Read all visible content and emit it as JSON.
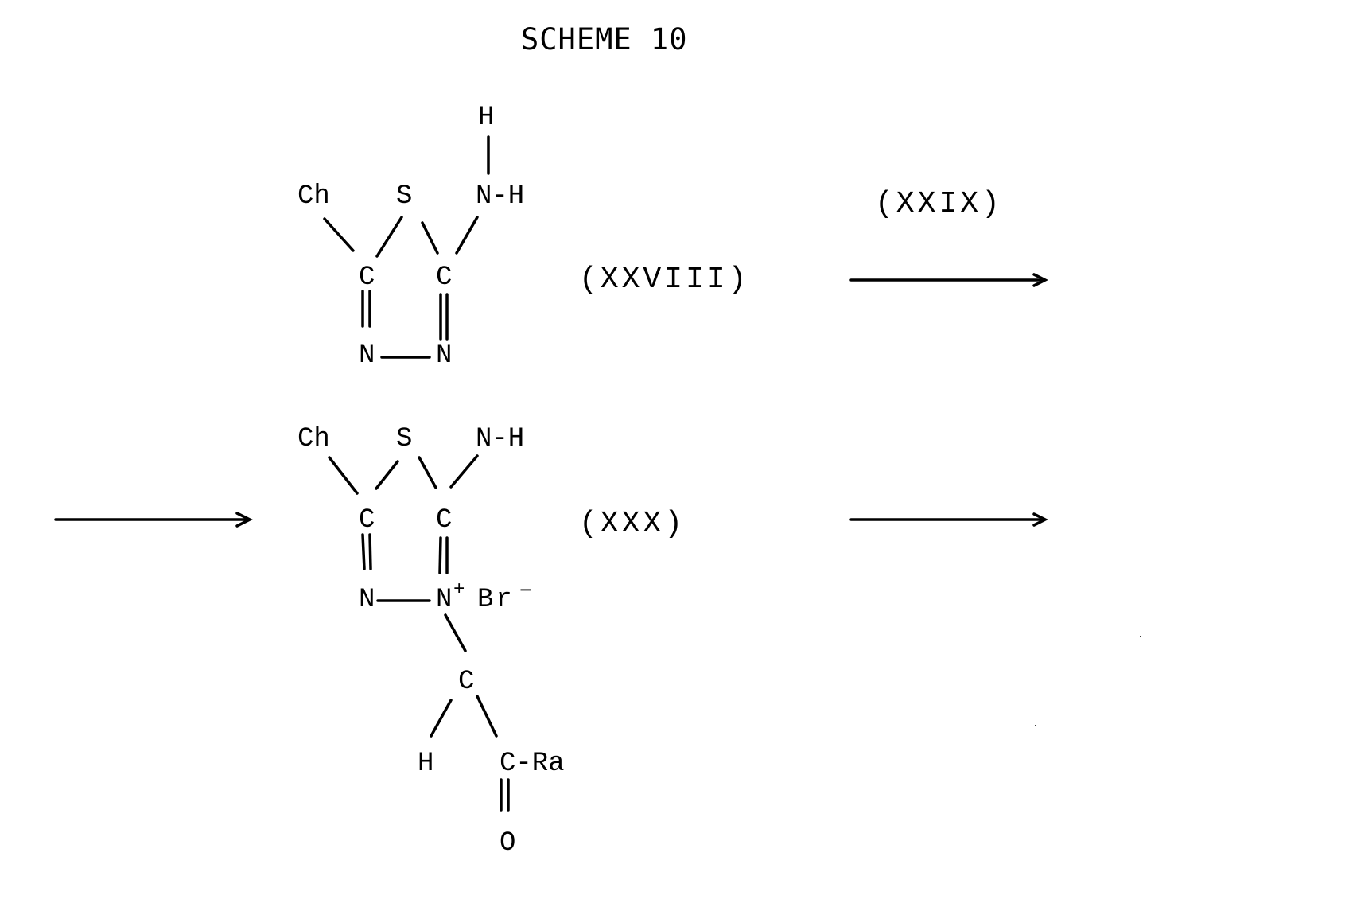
{
  "title": "SCHEME 10",
  "compounds": {
    "xxviii": {
      "label": "(XXVIII)",
      "atoms": {
        "h_top": "H",
        "ch": "Ch",
        "s": "S",
        "nh": "N-H",
        "c1": "C",
        "c2": "C",
        "n1": "N",
        "n2": "N"
      }
    },
    "xxix": {
      "label": "(XXIX)"
    },
    "xxx": {
      "label": "(XXX)",
      "atoms": {
        "ch": "Ch",
        "s": "S",
        "nh": "N-H",
        "c1": "C",
        "c2": "C",
        "n1": "N",
        "n2": "N",
        "plus": "+",
        "br": "Br",
        "minus": "−",
        "c3": "C",
        "h": "H",
        "c4": "C-Ra",
        "o": "O"
      }
    }
  },
  "arrows": [
    "arrow-1",
    "arrow-2",
    "arrow-3"
  ]
}
